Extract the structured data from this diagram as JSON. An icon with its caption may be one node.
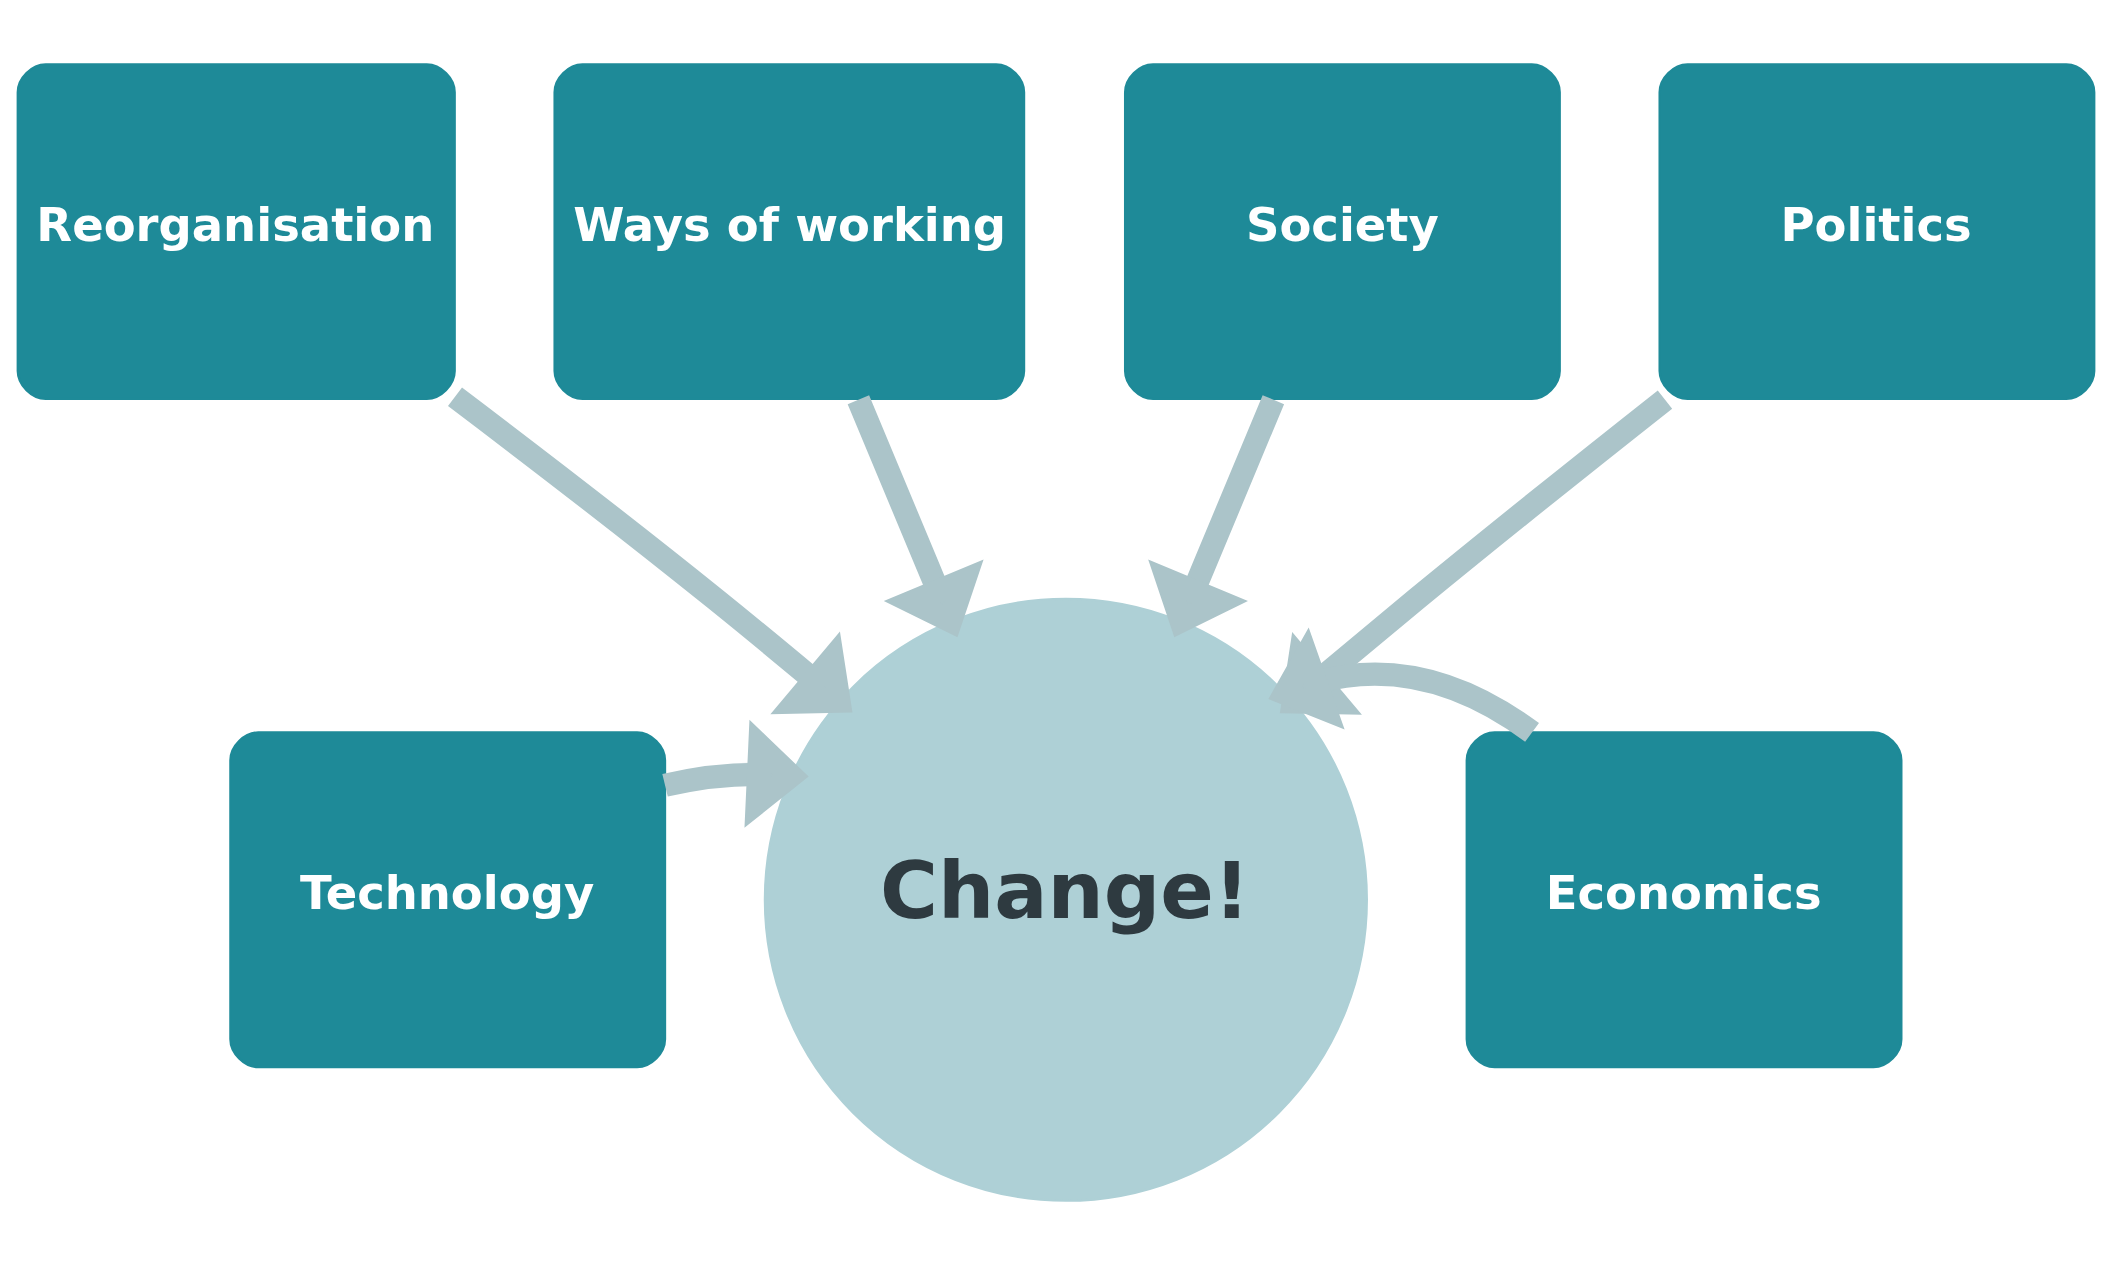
{
  "diagram": {
    "nodes": [
      {
        "text": [
          "Ways of working"
        ]
      },
      {
        "text": [
          "Society"
        ]
      },
      {
        "text": [
          "Reorganisation"
        ]
      },
      {
        "text": [
          "Politics"
        ]
      },
      {
        "text": [
          "Technology"
        ]
      },
      {
        "text": [
          "Change!"
        ]
      },
      {
        "text": [
          "Economics"
        ]
      }
    ],
    "edges": [
      {
        "from": 0,
        "to": 5,
        "arrow": "to"
      },
      {
        "from": 1,
        "to": 5,
        "arrow": "to"
      },
      {
        "from": 2,
        "to": 5,
        "arrow": "to"
      },
      {
        "from": 3,
        "to": 5,
        "arrow": "to"
      },
      {
        "from": 4,
        "to": 5,
        "arrow": "to"
      },
      {
        "from": 6,
        "to": 5,
        "arrow": "to"
      }
    ]
  }
}
